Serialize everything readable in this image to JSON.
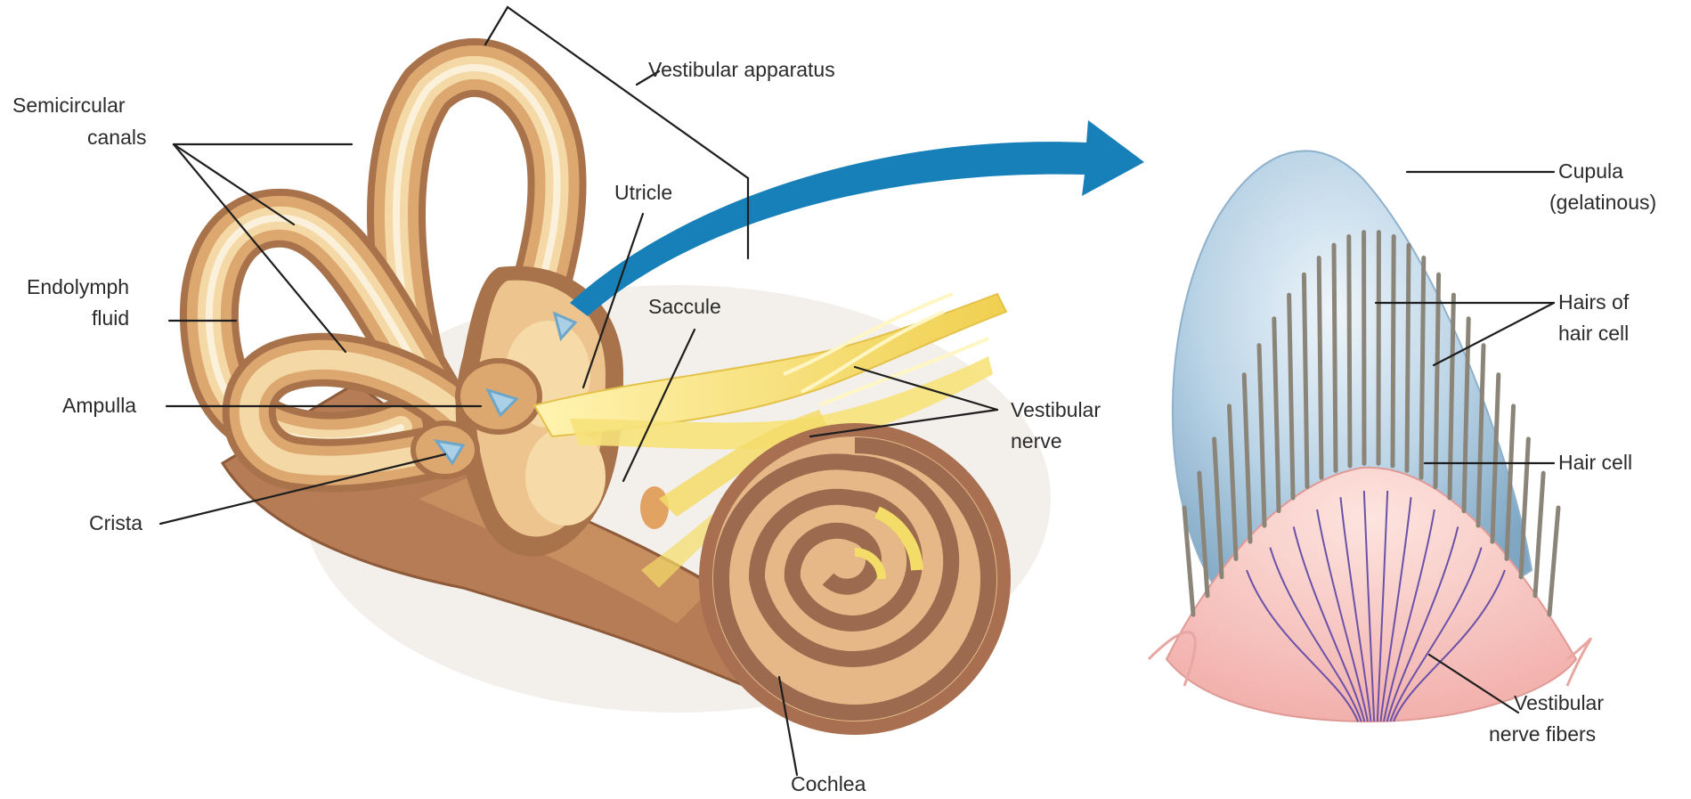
{
  "labels": {
    "vestibular_apparatus": "Vestibular apparatus",
    "semicircular_canals": [
      "Semicircular",
      "canals"
    ],
    "endolymph_fluid": [
      "Endolymph",
      "fluid"
    ],
    "ampulla": "Ampulla",
    "crista": "Crista",
    "utricle": "Utricle",
    "saccule": "Saccule",
    "vestibular_nerve": [
      "Vestibular",
      "nerve"
    ],
    "cochlea": "Cochlea",
    "cupula": [
      "Cupula",
      "(gelatinous)"
    ],
    "hairs_of_hair_cell": [
      "Hairs of",
      "hair cell"
    ],
    "hair_cell": "Hair cell",
    "vestibular_nerve_fibers": [
      "Vestibular",
      "nerve fibers"
    ]
  },
  "colors": {
    "bone_outer": "#a8724a",
    "bone_mid": "#dca870",
    "bone_inner": "#f4d9a6",
    "endolymph": "#f9ecd0",
    "nerve": "#f3dc68",
    "cochlea_dark": "#9c6a4e",
    "cupula": "#a9c8df",
    "hair_cell": "#f3b3b1",
    "nerve_fiber": "#6a52a8",
    "arrow": "#1780b8"
  }
}
